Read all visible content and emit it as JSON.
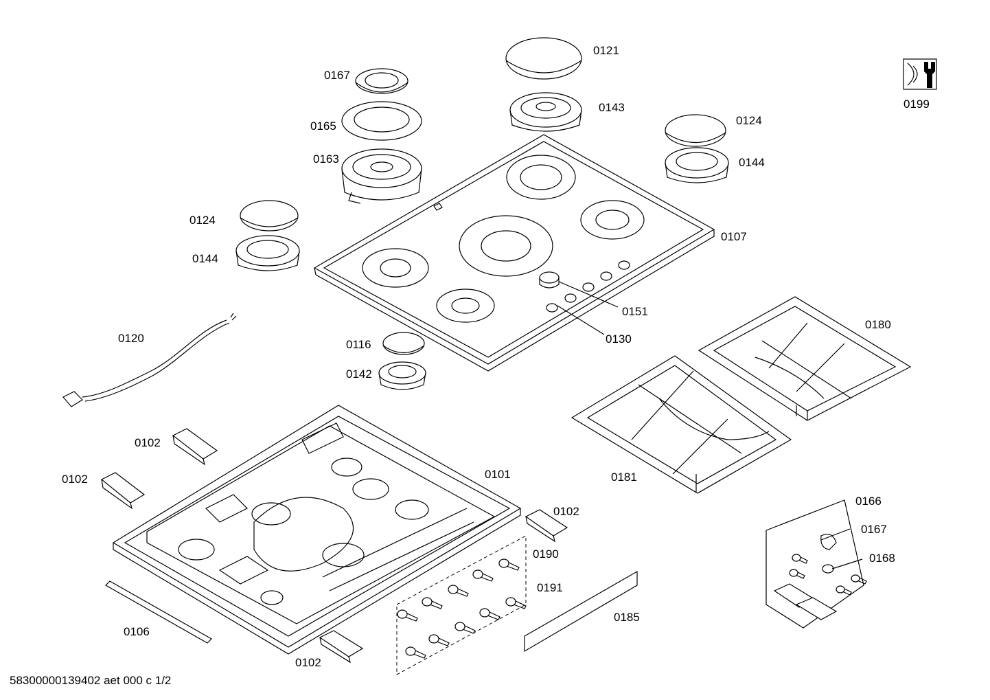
{
  "diagram": {
    "title": "",
    "footer": "58300000139402 aet 000 c 1/2",
    "parts": [
      {
        "id": "p0121",
        "label": "0121"
      },
      {
        "id": "p0167a",
        "label": "0167"
      },
      {
        "id": "p0143",
        "label": "0143"
      },
      {
        "id": "p0165",
        "label": "0165"
      },
      {
        "id": "p0124a",
        "label": "0124"
      },
      {
        "id": "p0163",
        "label": "0163"
      },
      {
        "id": "p0144a",
        "label": "0144"
      },
      {
        "id": "p0124b",
        "label": "0124"
      },
      {
        "id": "p0144b",
        "label": "0144"
      },
      {
        "id": "p0107",
        "label": "0107"
      },
      {
        "id": "p0151",
        "label": "0151"
      },
      {
        "id": "p0130",
        "label": "0130"
      },
      {
        "id": "p0120",
        "label": "0120"
      },
      {
        "id": "p0116",
        "label": "0116"
      },
      {
        "id": "p0142",
        "label": "0142"
      },
      {
        "id": "p0180",
        "label": "0180"
      },
      {
        "id": "p0102a",
        "label": "0102"
      },
      {
        "id": "p0102b",
        "label": "0102"
      },
      {
        "id": "p0101",
        "label": "0101"
      },
      {
        "id": "p0181",
        "label": "0181"
      },
      {
        "id": "p0166",
        "label": "0166"
      },
      {
        "id": "p0102c",
        "label": "0102"
      },
      {
        "id": "p0167b",
        "label": "0167"
      },
      {
        "id": "p0190",
        "label": "0190"
      },
      {
        "id": "p0168",
        "label": "0168"
      },
      {
        "id": "p0191",
        "label": "0191"
      },
      {
        "id": "p0185",
        "label": "0185"
      },
      {
        "id": "p0106",
        "label": "0106"
      },
      {
        "id": "p0102d",
        "label": "0102"
      },
      {
        "id": "p0199",
        "label": "0199"
      }
    ]
  }
}
